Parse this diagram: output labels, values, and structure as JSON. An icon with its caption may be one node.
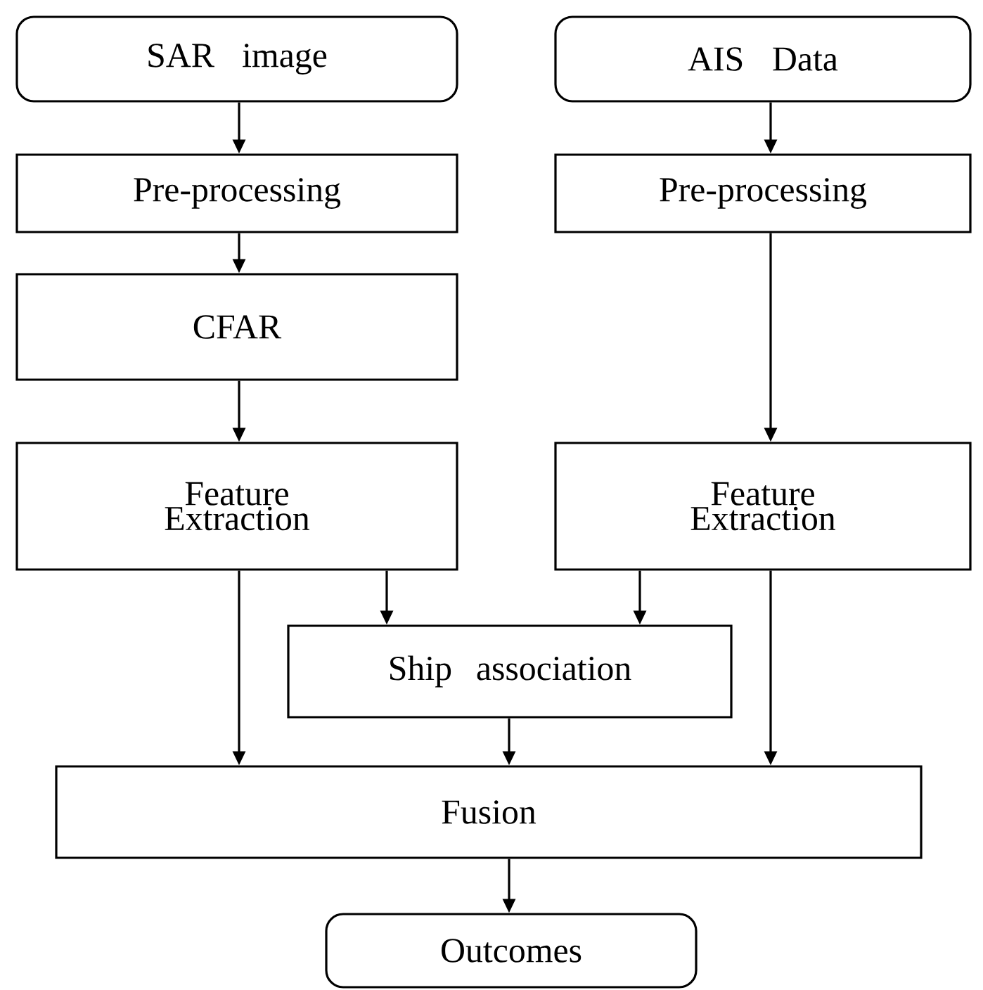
{
  "diagram": {
    "nodes": [
      {
        "text": [
          "SAR image"
        ]
      },
      {
        "text": [
          "AIS Data"
        ]
      },
      {
        "text": [
          "Pre-processing"
        ]
      },
      {
        "text": [
          "Pre-processing"
        ]
      },
      {
        "text": [
          "CFAR"
        ]
      },
      {
        "text": [
          "Feature Extraction"
        ]
      },
      {
        "text": [
          "Feature Extraction"
        ]
      },
      {
        "text": [
          "Ship association"
        ]
      },
      {
        "text": [
          "Fusion"
        ]
      },
      {
        "text": [
          "Outcomes"
        ]
      }
    ],
    "edges": [
      {
        "from": 0,
        "to": 2,
        "arrow": "to"
      },
      {
        "from": 1,
        "to": 3,
        "arrow": "to"
      },
      {
        "from": 2,
        "to": 4,
        "arrow": "to"
      },
      {
        "from": 4,
        "to": 5,
        "arrow": "to"
      },
      {
        "from": 3,
        "to": 6,
        "arrow": "to"
      },
      {
        "from": 5,
        "to": 7,
        "arrow": "to"
      },
      {
        "from": 6,
        "to": 7,
        "arrow": "to"
      },
      {
        "from": 5,
        "to": 8,
        "arrow": "to"
      },
      {
        "from": 7,
        "to": 8,
        "arrow": "to"
      },
      {
        "from": 6,
        "to": 8,
        "arrow": "to"
      },
      {
        "from": 8,
        "to": 9,
        "arrow": "to"
      }
    ]
  }
}
